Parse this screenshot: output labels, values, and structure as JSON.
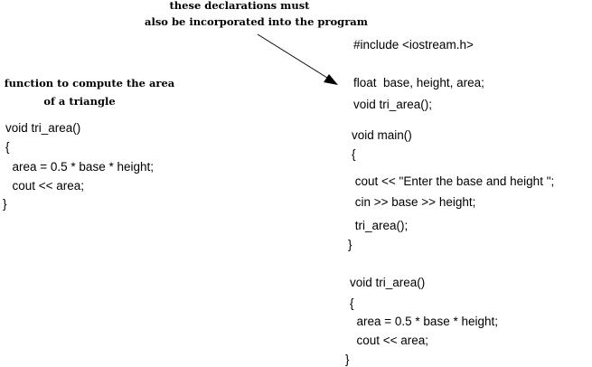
{
  "top_note": [
    "these declarations must",
    "also be incorporated into the program"
  ],
  "left_note": [
    "function to compute the area",
    "of a triangle"
  ],
  "left_code": [
    "void tri_area()",
    "{",
    "  area = 0.5 * base * height;",
    "  cout << area;",
    "}"
  ],
  "right_code": {
    "include": "#include <iostream.h>",
    "decl1": "float  base, height, area;",
    "decl2": "void tri_area();",
    "main_sig": "void main()",
    "main_open": "{",
    "main_l1": " cout << \"Enter the base and height \";",
    "main_l2": " cin >> base >> height;",
    "main_l3": " tri_area();",
    "main_close": "}",
    "func_sig": "void tri_area()",
    "func_open": "{",
    "func_l1": "  area = 0.5 * base * height;",
    "func_l2": "  cout << area;",
    "func_close": "}"
  }
}
